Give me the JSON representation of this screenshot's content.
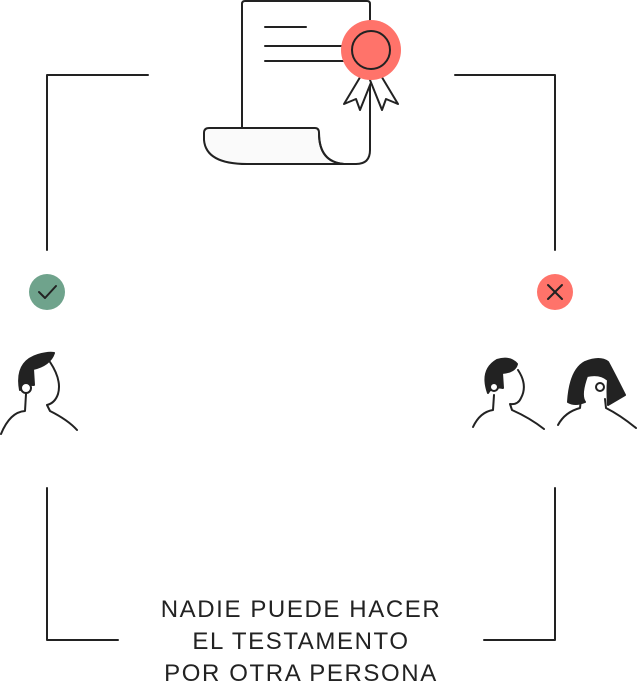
{
  "caption": {
    "lines": [
      "NADIE PUEDE HACER",
      "EL TESTAMENTO",
      "POR OTRA PERSONA"
    ]
  },
  "colors": {
    "stroke": "#222222",
    "allowed": "#6fa38c",
    "denied": "#ff736a",
    "seal": "#ff736a",
    "paper": "#fafafa"
  },
  "icons": {
    "document": "will-document-icon",
    "allowed": "check-icon",
    "denied": "cross-icon",
    "single_person": "person-icon",
    "other_people": "couple-icon"
  }
}
